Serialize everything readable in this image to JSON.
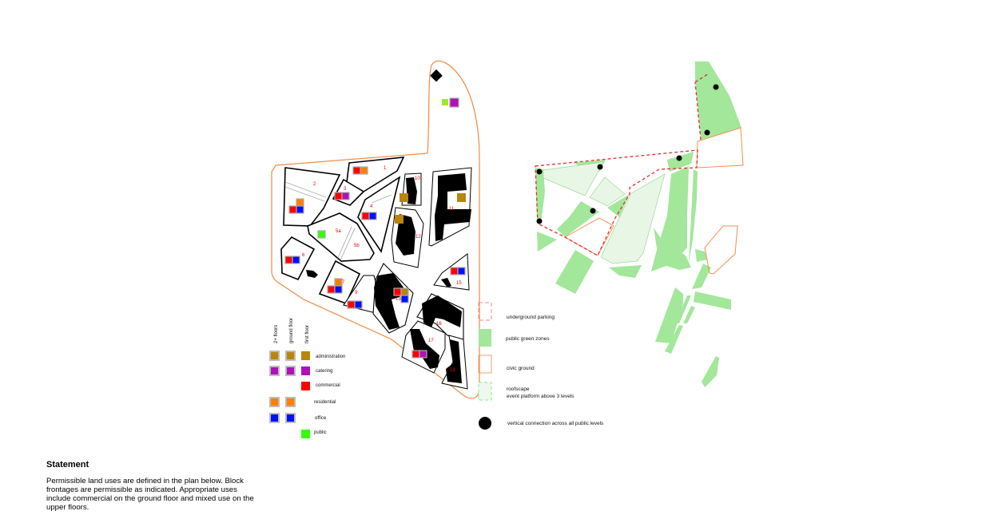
{
  "land_use_plan": {
    "block_labels": [
      "1",
      "2",
      "3",
      "4",
      "5a",
      "5b",
      "6",
      "7",
      "9",
      "10",
      "11",
      "12",
      "13",
      "15",
      "16",
      "17",
      "18"
    ],
    "legend": {
      "column_headers": [
        "2+ floors",
        "ground floor",
        "first floor"
      ],
      "rows": [
        {
          "label": "administration",
          "color": "#b8860b"
        },
        {
          "label": "catering",
          "color": "#b010b8"
        },
        {
          "label": "commercial",
          "color": "#ff0000"
        },
        {
          "label": "residential",
          "color": "#ff8000"
        },
        {
          "label": "office",
          "color": "#0010ff"
        },
        {
          "label": "public",
          "color": "#33ff00"
        }
      ]
    }
  },
  "public_space_plan": {
    "legend": [
      {
        "label": "underground  parking"
      },
      {
        "label": "public  green  zones"
      },
      {
        "label": "civic  ground"
      },
      {
        "label": "roofscape",
        "label2": "event platform   above  3  levels"
      },
      {
        "label": "vertical connection  across  all public  levels"
      }
    ],
    "colors": {
      "green": "#a3e79a",
      "roof": "#e8f6e6",
      "parking": "#e0302a",
      "civic": "#f09050"
    }
  },
  "statement": {
    "title": "Statement",
    "body": "Permissible land uses are defined in the plan below. Block frontages are permissible as indicated. Appropriate uses include commercial on the ground floor and mixed use on the upper floors."
  }
}
